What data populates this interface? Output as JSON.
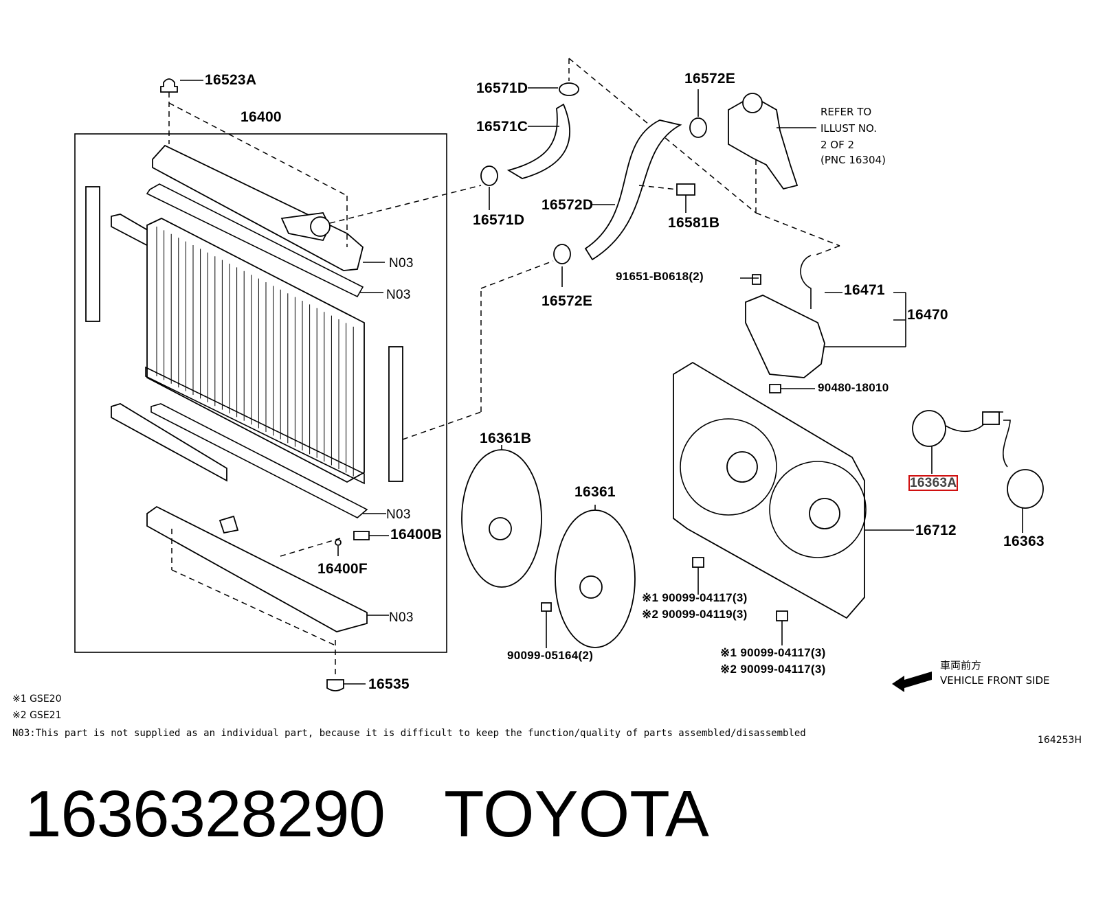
{
  "parts": {
    "p16523A": "16523A",
    "p16400": "16400",
    "p16571D_top": "16571D",
    "p16571C": "16571C",
    "p16571D_bot": "16571D",
    "p16572E_top": "16572E",
    "p16572D": "16572D",
    "p16581B": "16581B",
    "p16572E_bot": "16572E",
    "p91651": "91651-B0618(2)",
    "p16471": "16471",
    "p16470": "16470",
    "p90480": "90480-18010",
    "pN03_1": "N03",
    "pN03_2": "N03",
    "pN03_3": "N03",
    "pN03_4": "N03",
    "p16400B": "16400B",
    "p16400F": "16400F",
    "p16535": "16535",
    "p16361B": "16361B",
    "p16361": "16361",
    "p90099_05164": "90099-05164(2)",
    "p16712": "16712",
    "p16363A": "16363A",
    "p16363": "16363",
    "bolt_mid_1": "※1 90099-04117(3)",
    "bolt_mid_2": "※2 90099-04119(3)",
    "bolt_low_1": "※1 90099-04117(3)",
    "bolt_low_2": "※2 90099-04117(3)"
  },
  "refer": {
    "line1": "REFER TO",
    "line2": "ILLUST NO.",
    "line3": "2 OF 2",
    "line4": "(PNC 16304)"
  },
  "direction": {
    "jp": "車両前方",
    "en": "VEHICLE FRONT SIDE"
  },
  "notes": {
    "n1": "※1 GSE20",
    "n2": "※2 GSE21",
    "n03": "N03:This part is not supplied as an individual part, because it is difficult to keep the function/quality of parts assembled/disassembled",
    "illust_id": "164253H"
  },
  "caption": {
    "part_number": "1636328290",
    "brand": "TOYOTA"
  },
  "colors": {
    "highlight": "#d01010"
  }
}
